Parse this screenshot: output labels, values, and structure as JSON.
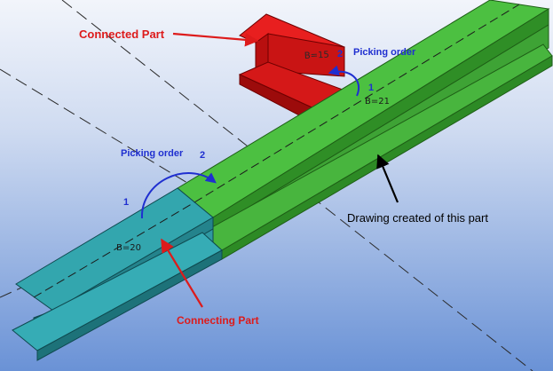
{
  "colors": {
    "background_top": "#eef3fb",
    "background_bottom": "#6e95d8",
    "connected_part": "#d81414",
    "main_part": "#45b43a",
    "connecting_part": "#2b9ba5",
    "annotation_red": "#dd1b1b",
    "annotation_blue": "#1f2fd0",
    "annotation_black": "#000000"
  },
  "labels": {
    "connected_part": "Connected Part",
    "connecting_part": "Connecting Part",
    "drawing_created": "Drawing created of this part",
    "picking_order_top": "Picking order",
    "picking_order_left": "Picking order"
  },
  "picking_numbers": {
    "top_first": "1",
    "top_second": "2",
    "left_first": "1",
    "left_second": "2"
  },
  "part_tags": {
    "connected": "B=15",
    "main": "B=21",
    "connecting": "B=20"
  },
  "icons": {
    "annotation_arrows": "arrow-icon",
    "picking_arrows": "curved-arrow-icon"
  }
}
